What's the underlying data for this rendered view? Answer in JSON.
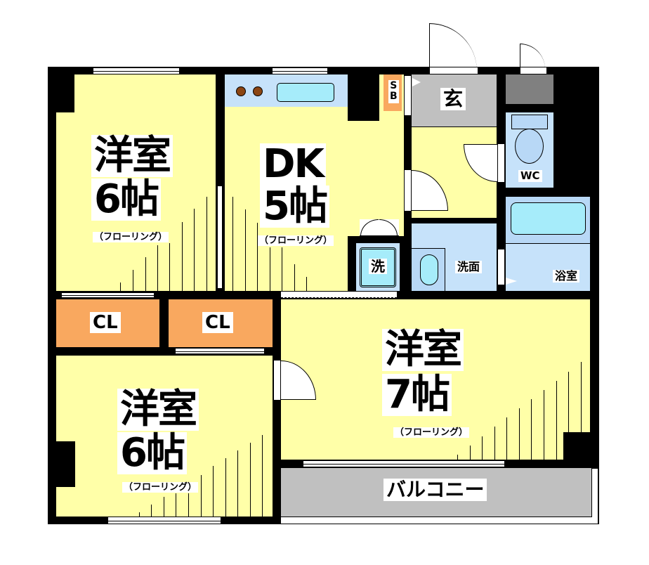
{
  "floorplan": {
    "rooms": {
      "western_room_top": {
        "name": "洋室",
        "size": "6帖",
        "floor": "（フローリング）"
      },
      "dining_kitchen": {
        "name": "DK",
        "size": "5帖",
        "floor": "（フローリング）"
      },
      "western_room_bottom": {
        "name": "洋室",
        "size": "6帖",
        "floor": "（フローリング）"
      },
      "western_room_large": {
        "name": "洋室",
        "size": "7帖",
        "floor": "（フローリング）"
      },
      "entrance": {
        "name": "玄"
      },
      "shoe_box": {
        "name": "S\nB"
      },
      "toilet": {
        "name": "WC"
      },
      "washroom": {
        "name": "洗面"
      },
      "bathroom": {
        "name": "浴室"
      },
      "washer": {
        "name": "洗"
      },
      "closet_1": {
        "name": "CL"
      },
      "closet_2": {
        "name": "CL"
      },
      "balcony": {
        "name": "バルコニー"
      }
    },
    "colors": {
      "room_floor": "#ffffa8",
      "wet_area": "#c6e2fa",
      "fixture": "#a6ecfa",
      "closet": "#f9a85f",
      "entrance": "#c0c0c0",
      "balcony": "#c0c0c0",
      "wall": "#000000",
      "stove_burner": "#8b4513"
    }
  }
}
